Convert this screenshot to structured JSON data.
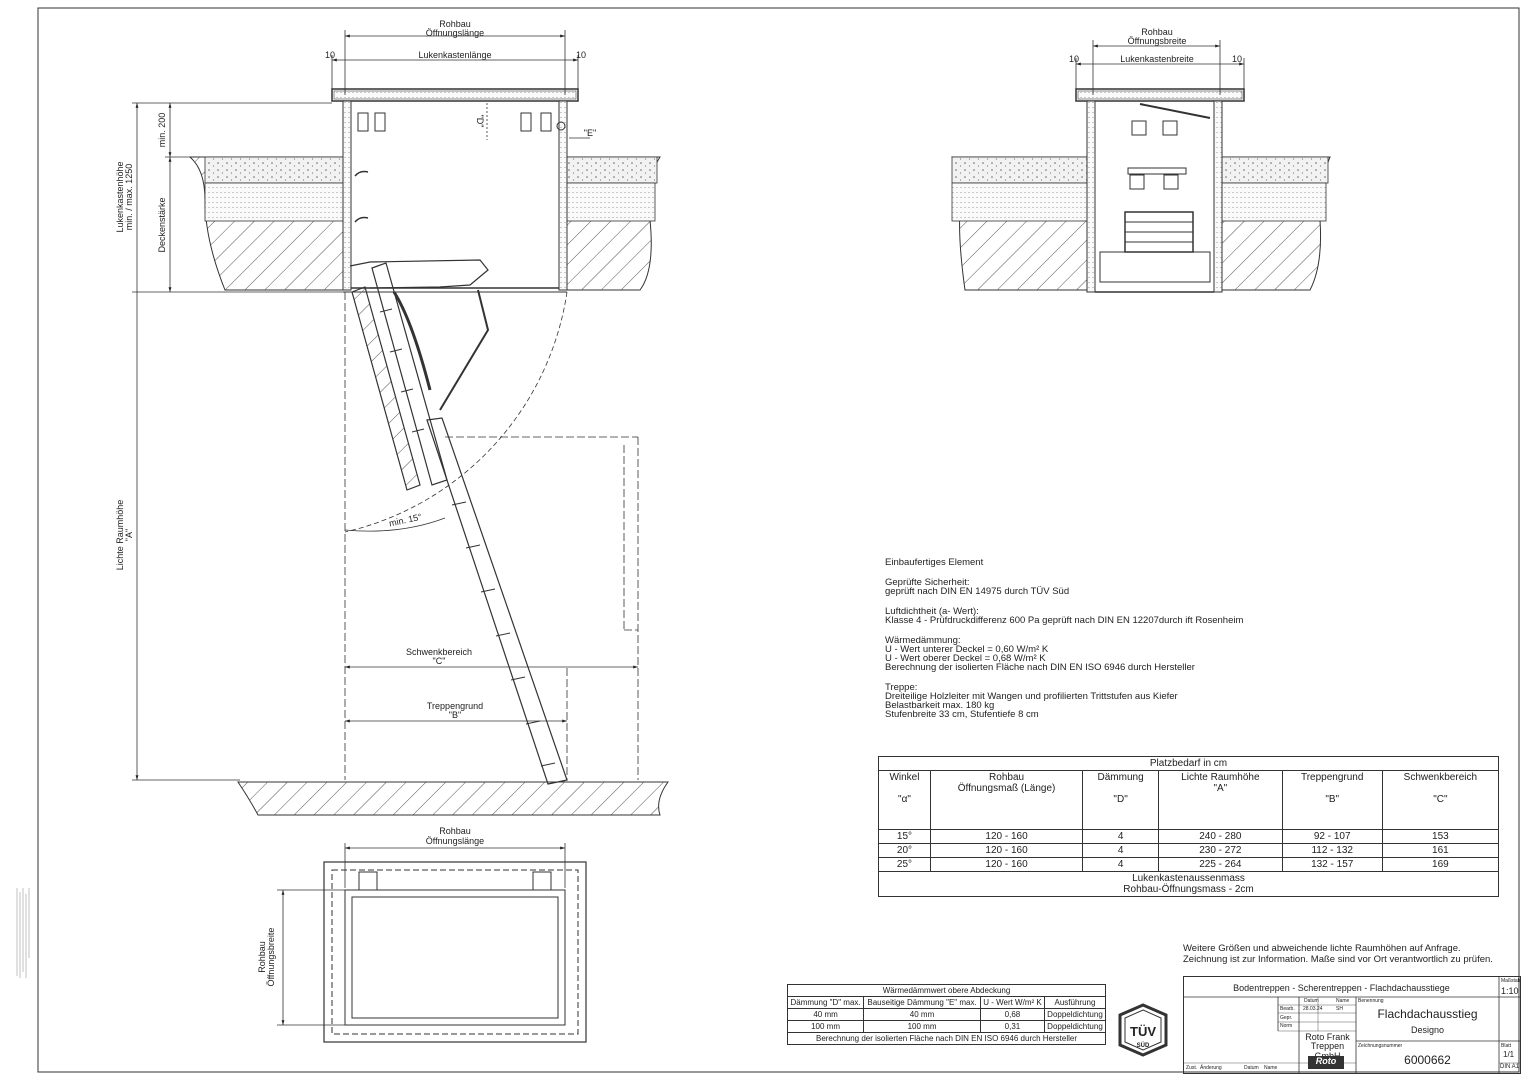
{
  "dims": {
    "rohbau_len": [
      "Rohbau",
      "Öffnungslänge"
    ],
    "lukenkasten_len": "Lukenkastenlänge",
    "rohbau_breite": [
      "Rohbau",
      "Öffnungsbreite"
    ],
    "lukenkasten_breite": "Lukenkastenbreite",
    "ten": "10",
    "min200": "min. 200",
    "d_label": "\"D\"",
    "e_label": "\"E\"",
    "lukenkastenhoehe": [
      "Lukenkastenhöhe",
      "min. / max. 1250"
    ],
    "deckenstaerke": "Deckenstärke",
    "lichte": [
      "Lichte Raumhöhe",
      "\"A\""
    ],
    "angle": "min. 15°",
    "schwenk": [
      "Schwenkbereich",
      "\"C\""
    ],
    "treppengrund": [
      "Treppengrund",
      "\"B\""
    ],
    "plan_len": [
      "Rohbau",
      "Öffnungslänge"
    ],
    "plan_breite": [
      "Rohbau",
      "Öffnungsbreite"
    ]
  },
  "notes": {
    "title": "Einbaufertiges Element",
    "groups": [
      [
        "Geprüfte Sicherheit:",
        "geprüft nach DIN EN 14975 durch TÜV Süd"
      ],
      [
        "Luftdichtheit (a- Wert):",
        "Klasse 4 - Prüfdruckdifferenz 600 Pa geprüft nach DIN EN 12207durch ift Rosenheim"
      ],
      [
        "Wärmedämmung:",
        "U - Wert  unterer Deckel = 0,60 W/m² K",
        "U - Wert  oberer Deckel = 0,68 W/m² K",
        "Berechnung der isolierten Fläche nach DIN EN ISO 6946 durch Hersteller"
      ],
      [
        "Treppe:",
        "Dreiteilige Holzleiter mit Wangen und profilierten Trittstufen aus Kiefer",
        "Belastbarkeit max. 180 kg",
        "Stufenbreite 33 cm, Stufentiefe 8 cm"
      ]
    ]
  },
  "space_table": {
    "title": "Platzbedarf in cm",
    "headers": [
      [
        "Winkel",
        "",
        "\"α\""
      ],
      [
        "Rohbau",
        "Öffnungsmaß (Länge)",
        ""
      ],
      [
        "Dämmung",
        "",
        "\"D\""
      ],
      [
        "Lichte Raumhöhe",
        "\"A\"",
        ""
      ],
      [
        "Treppengrund",
        "",
        "\"B\""
      ],
      [
        "Schwenkbereich",
        "",
        "\"C\""
      ]
    ],
    "rows": [
      [
        "15°",
        "120 - 160",
        "4",
        "240 - 280",
        "92 - 107",
        "153"
      ],
      [
        "20°",
        "120 - 160",
        "4",
        "230 - 272",
        "112 - 132",
        "161"
      ],
      [
        "25°",
        "120 - 160",
        "4",
        "225 - 264",
        "132 - 157",
        "169"
      ]
    ],
    "footer": [
      "Lukenkastenaussenmass",
      "Rohbau-Öffnungsmass - 2cm"
    ]
  },
  "remarks": [
    "Weitere Größen und abweichende lichte Raumhöhen auf Anfrage.",
    "Zeichnung ist zur Information. Maße sind vor Ort verantwortlich zu prüfen."
  ],
  "thermal_table": {
    "title": "Wärmedämmwert obere Abdeckung",
    "headers": [
      "Dämmung \"D\" max.",
      "Bauseitige Dämmung \"E\" max.",
      "U - Wert  W/m² K",
      "Ausführung"
    ],
    "rows": [
      [
        "40 mm",
        "40 mm",
        "0,68",
        "Doppeldichtung"
      ],
      [
        "100 mm",
        "100 mm",
        "0,31",
        "Doppeldichtung"
      ]
    ],
    "footer": "Berechnung der isolierten Fläche nach DIN EN ISO 6946 durch Hersteller"
  },
  "tuv": {
    "top": "TÜV",
    "bottom": "SÜD"
  },
  "titleblock": {
    "scale_label": "Maßstab",
    "scale": "1:10",
    "series": "Bodentreppen - Scherentreppen - Flachdachausstiege",
    "col_datum": "Datum",
    "col_name": "Name",
    "col_benennung": "Benennung",
    "row_bearb": "Bearb.",
    "bearb_datum": "28.03.24",
    "bearb_name": "SH",
    "row_gepr": "Gepr.",
    "row_norm": "Norm",
    "product": "Flachdachausstieg",
    "model": "Designo",
    "company": [
      "Roto Frank",
      "Treppen GmbH"
    ],
    "zeichnungsnr_label": "Zeichnungsnummer",
    "drawing_no": "6000662",
    "blatt_label": "Blatt",
    "sheet": "1/1",
    "format": "DIN A1",
    "zust": "Zust.",
    "aenderung": "Änderung",
    "datum2": "Datum",
    "name2": "Name",
    "logo": "Roto"
  },
  "colors": {
    "line": "#333333",
    "hatch": "#555555",
    "concrete": "#efefef"
  }
}
